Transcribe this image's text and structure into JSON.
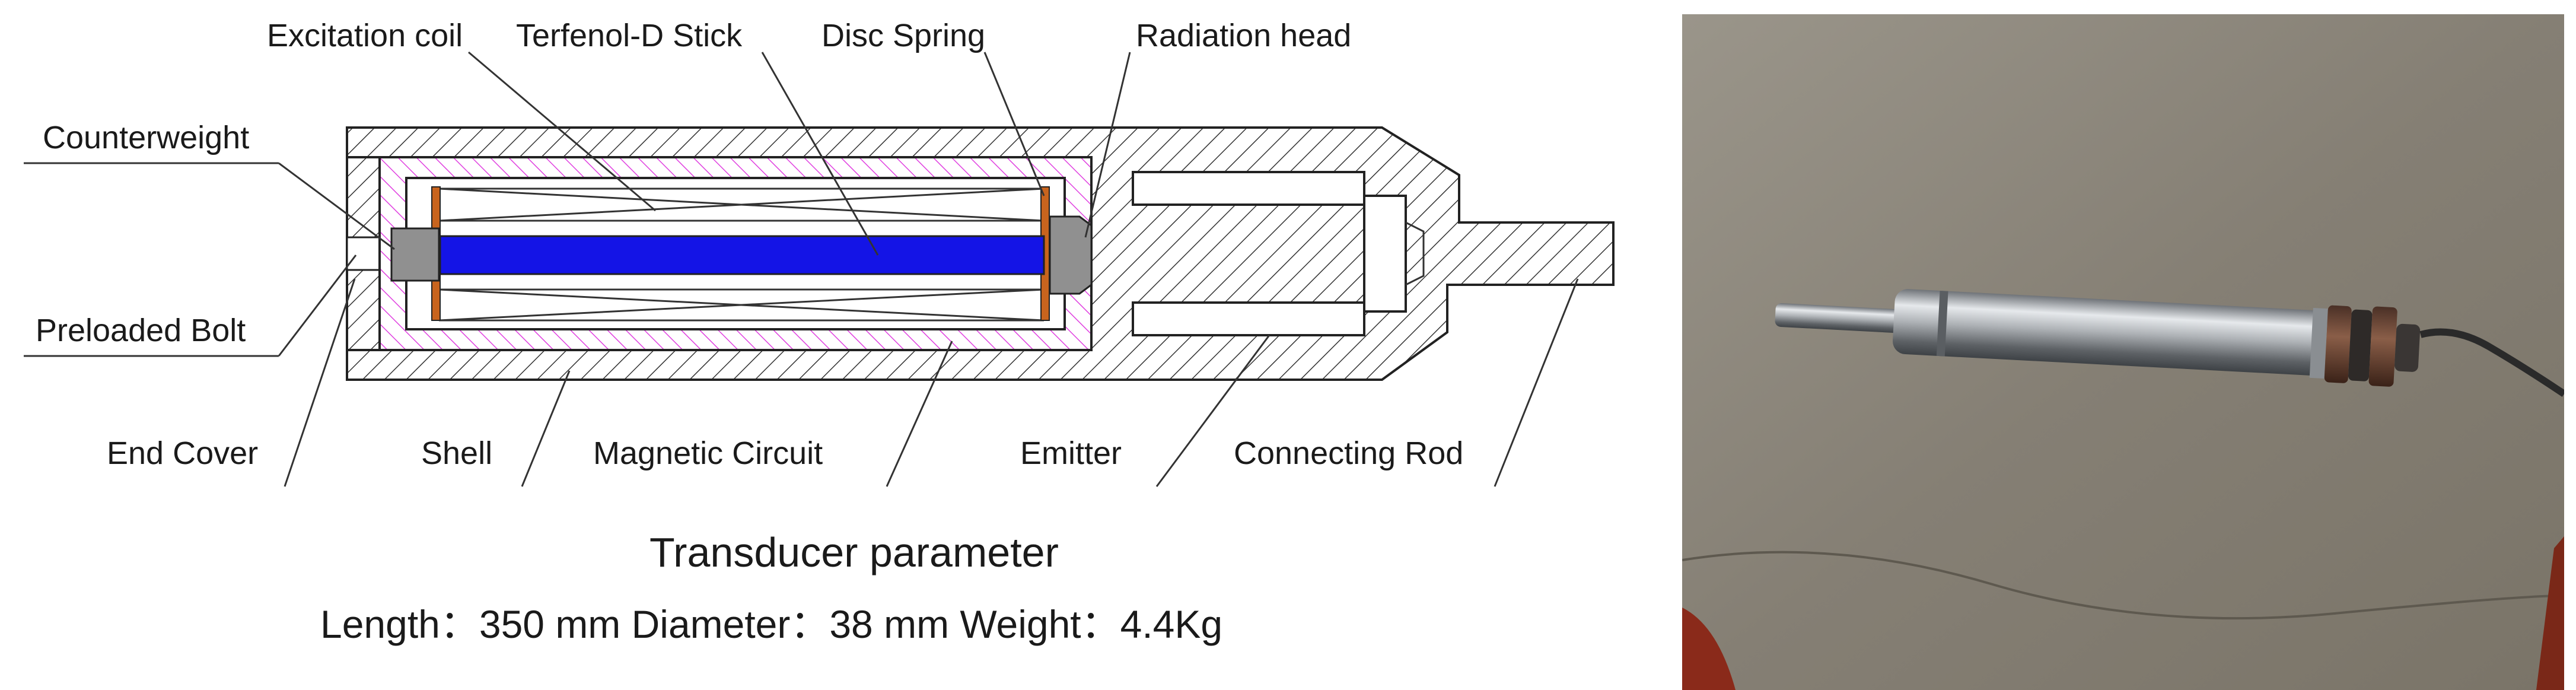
{
  "diagram": {
    "labels": {
      "excitation_coil": "Excitation coil",
      "terfenol_stick": "Terfenol-D Stick",
      "disc_spring": "Disc Spring",
      "radiation_head": "Radiation head",
      "counterweight": "Counterweight",
      "preloaded_bolt": "Preloaded Bolt",
      "end_cover": "End Cover",
      "shell": "Shell",
      "magnetic_circuit": "Magnetic Circuit",
      "emitter": "Emitter",
      "connecting_rod": "Connecting Rod"
    },
    "caption": {
      "title": "Transducer parameter",
      "specs": "Length：350 mm  Diameter：38 mm  Weight：4.4Kg"
    },
    "colors": {
      "stick": "#1414e6",
      "magnetic_circuit": "#e040e0",
      "disc_spring": "#c8641e",
      "counterweight": "#909090",
      "outline": "#222222"
    }
  },
  "photo": {
    "colors": {
      "ground": "#8c877c",
      "metal": "#c8ccd0",
      "flange": "#6a4a3a",
      "cable": "#333333"
    }
  }
}
